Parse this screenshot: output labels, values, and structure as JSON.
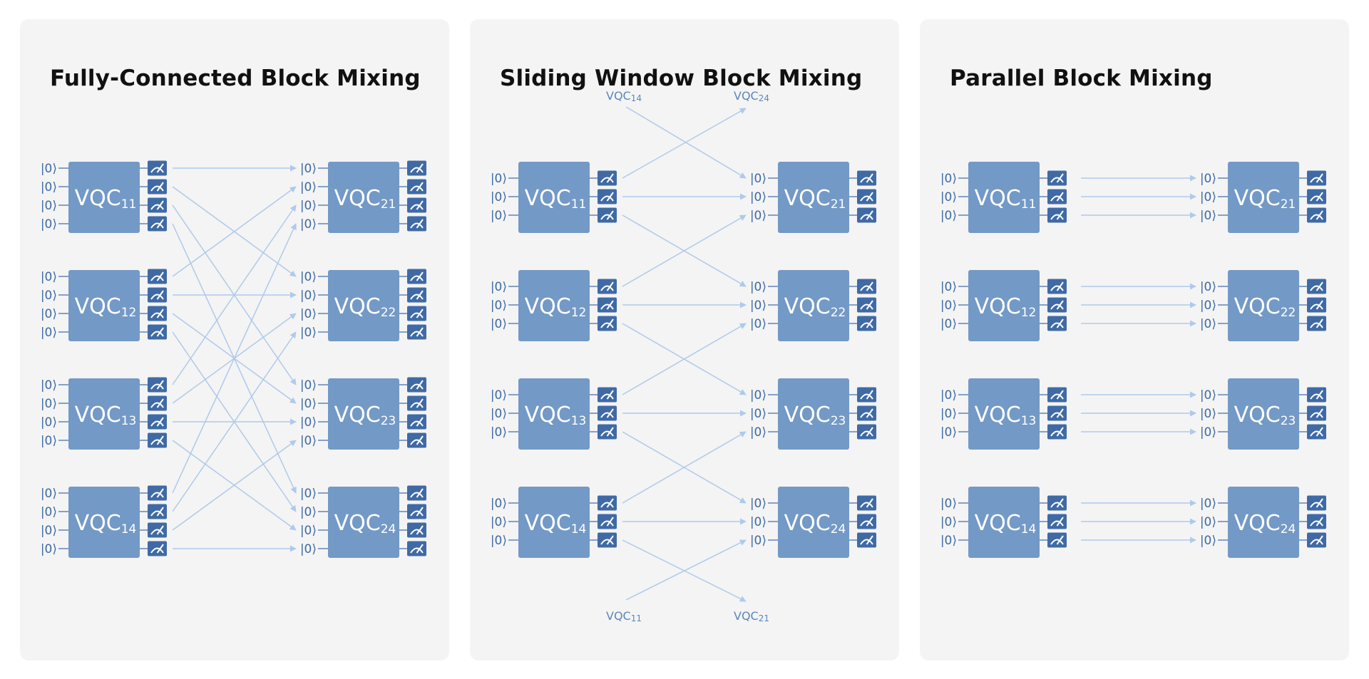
{
  "panels": [
    {
      "id": "fully-connected",
      "title": "Fully-Connected Block Mixing",
      "qubits_per_block": 4,
      "left_blocks": [
        {
          "prefix": "VQC",
          "sub": "11"
        },
        {
          "prefix": "VQC",
          "sub": "12"
        },
        {
          "prefix": "VQC",
          "sub": "13"
        },
        {
          "prefix": "VQC",
          "sub": "14"
        }
      ],
      "right_blocks": [
        {
          "prefix": "VQC",
          "sub": "21"
        },
        {
          "prefix": "VQC",
          "sub": "22"
        },
        {
          "prefix": "VQC",
          "sub": "23"
        },
        {
          "prefix": "VQC",
          "sub": "24"
        }
      ],
      "connections": "output q of block b feeds input b of block q",
      "external_labels": []
    },
    {
      "id": "sliding-window",
      "title": "Sliding Window Block Mixing",
      "qubits_per_block": 3,
      "left_blocks": [
        {
          "prefix": "VQC",
          "sub": "11"
        },
        {
          "prefix": "VQC",
          "sub": "12"
        },
        {
          "prefix": "VQC",
          "sub": "13"
        },
        {
          "prefix": "VQC",
          "sub": "14"
        }
      ],
      "right_blocks": [
        {
          "prefix": "VQC",
          "sub": "21"
        },
        {
          "prefix": "VQC",
          "sub": "22"
        },
        {
          "prefix": "VQC",
          "sub": "23"
        },
        {
          "prefix": "VQC",
          "sub": "24"
        }
      ],
      "connections": "output 1 -> previous block (wrap), output 2 -> same block, output 3 -> next block (wrap)",
      "external_labels": [
        {
          "prefix": "VQC",
          "sub": "14",
          "position": "top-left"
        },
        {
          "prefix": "VQC",
          "sub": "24",
          "position": "top-right"
        },
        {
          "prefix": "VQC",
          "sub": "11",
          "position": "bottom-left"
        },
        {
          "prefix": "VQC",
          "sub": "21",
          "position": "bottom-right"
        }
      ]
    },
    {
      "id": "parallel",
      "title": "Parallel Block Mixing",
      "qubits_per_block": 3,
      "left_blocks": [
        {
          "prefix": "VQC",
          "sub": "11"
        },
        {
          "prefix": "VQC",
          "sub": "12"
        },
        {
          "prefix": "VQC",
          "sub": "13"
        },
        {
          "prefix": "VQC",
          "sub": "14"
        }
      ],
      "right_blocks": [
        {
          "prefix": "VQC",
          "sub": "21"
        },
        {
          "prefix": "VQC",
          "sub": "22"
        },
        {
          "prefix": "VQC",
          "sub": "23"
        },
        {
          "prefix": "VQC",
          "sub": "24"
        }
      ],
      "connections": "output q of block b feeds input q of block b",
      "external_labels": []
    }
  ],
  "qubit_label": "|0⟩",
  "colors": {
    "block": "#7399c6",
    "measure": "#3f6aa5",
    "wire": "#4a74ad",
    "arrow": "#aecaeb",
    "qubit_text": "#3d6aa3",
    "external_text": "#5a86bd",
    "panel_bg": "#f4f4f4"
  },
  "icons": {
    "measurement": "measurement-meter-icon",
    "arrow": "arrow-head-icon"
  }
}
